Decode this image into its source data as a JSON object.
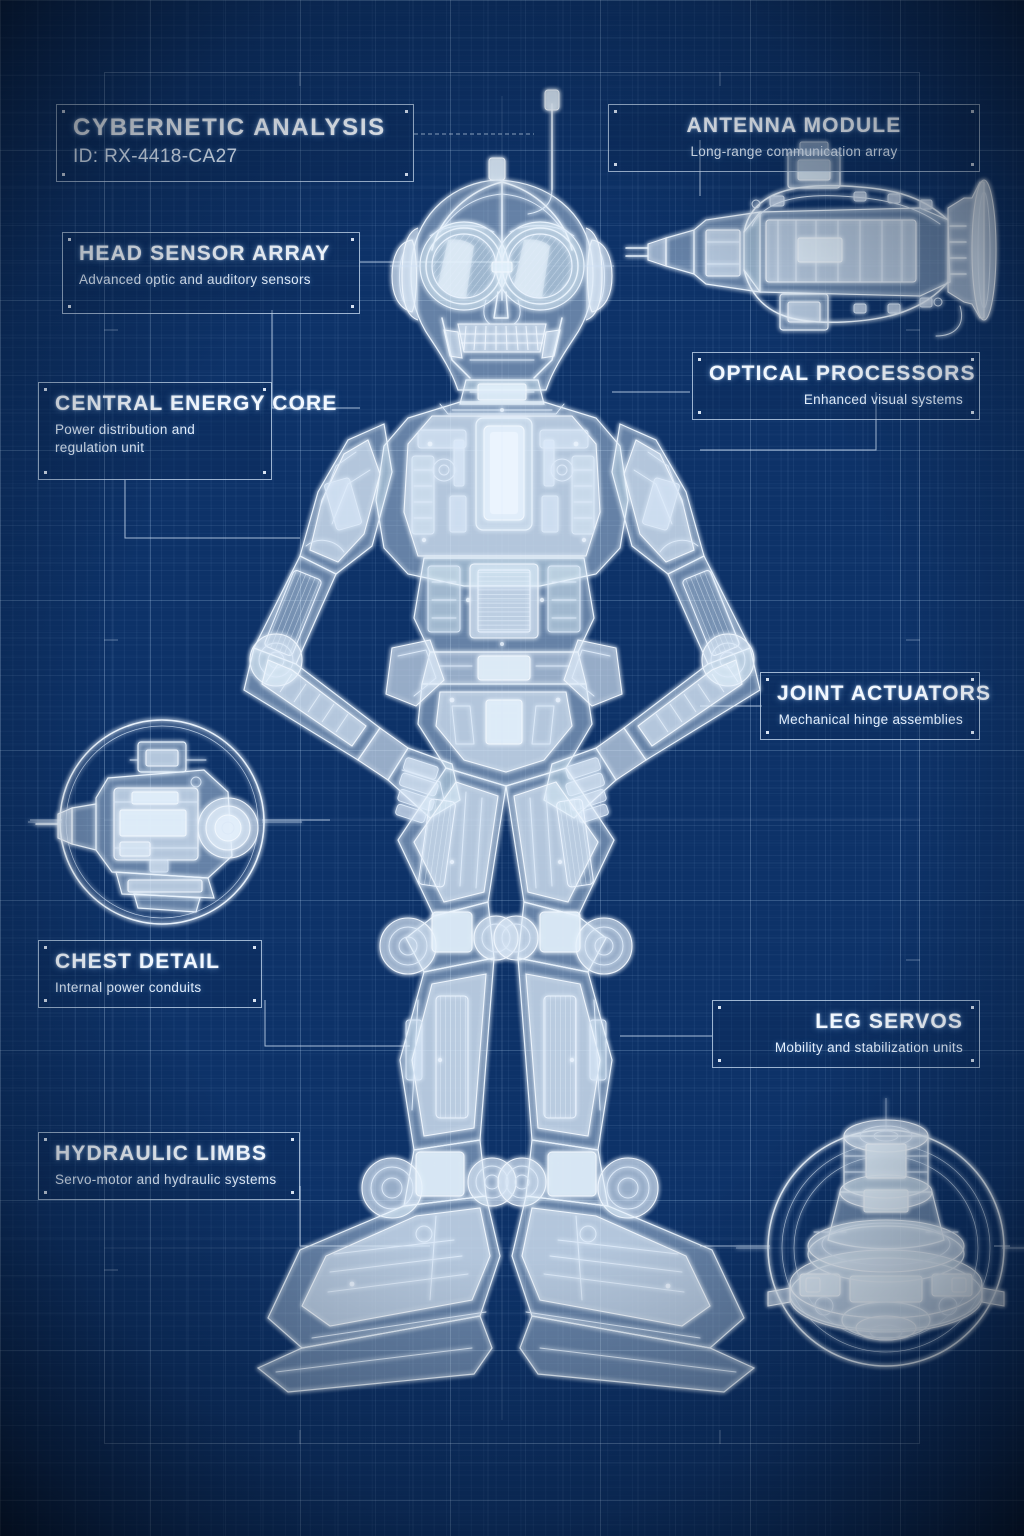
{
  "document": {
    "kind": "technical blueprint",
    "subject": "humanoid protocol droid",
    "accent_color": "#e8f2fc",
    "background_color": "#0d3268",
    "grid_color": "#9ec4ea"
  },
  "title_block": {
    "title": "CYBERNETIC ANALYSIS",
    "id_label": "ID: RX-4418-CA27"
  },
  "callouts": [
    {
      "key": "head_sensor_array",
      "title": "HEAD SENSOR ARRAY",
      "subtitle": "Advanced optic and auditory sensors"
    },
    {
      "key": "central_energy_core",
      "title": "CENTRAL ENERGY CORE",
      "subtitle_line1": "Power distribution and",
      "subtitle_line2": "regulation unit"
    },
    {
      "key": "antenna_module",
      "title": "ANTENNA MODULE",
      "subtitle": "Long-range communication array"
    },
    {
      "key": "optical_processors",
      "title": "OPTICAL PROCESSORS",
      "subtitle": "Enhanced visual systems"
    },
    {
      "key": "joint_actuators",
      "title": "JOINT ACTUATORS",
      "subtitle": "Mechanical hinge assemblies"
    },
    {
      "key": "chest_detail",
      "title": "CHEST DETAIL",
      "subtitle": "Internal power conduits"
    },
    {
      "key": "leg_servos",
      "title": "LEG SERVOS",
      "subtitle": "Mobility and stabilization units"
    },
    {
      "key": "hydraulic_limbs",
      "title": "HYDRAULIC LIMBS",
      "subtitle": "Servo-motor and hydraulic systems"
    }
  ],
  "detail_insets": [
    {
      "key": "antenna_module_drawing",
      "caption": ""
    },
    {
      "key": "chest_module_circle",
      "caption": ""
    },
    {
      "key": "leg_servo_circle",
      "caption": ""
    }
  ]
}
